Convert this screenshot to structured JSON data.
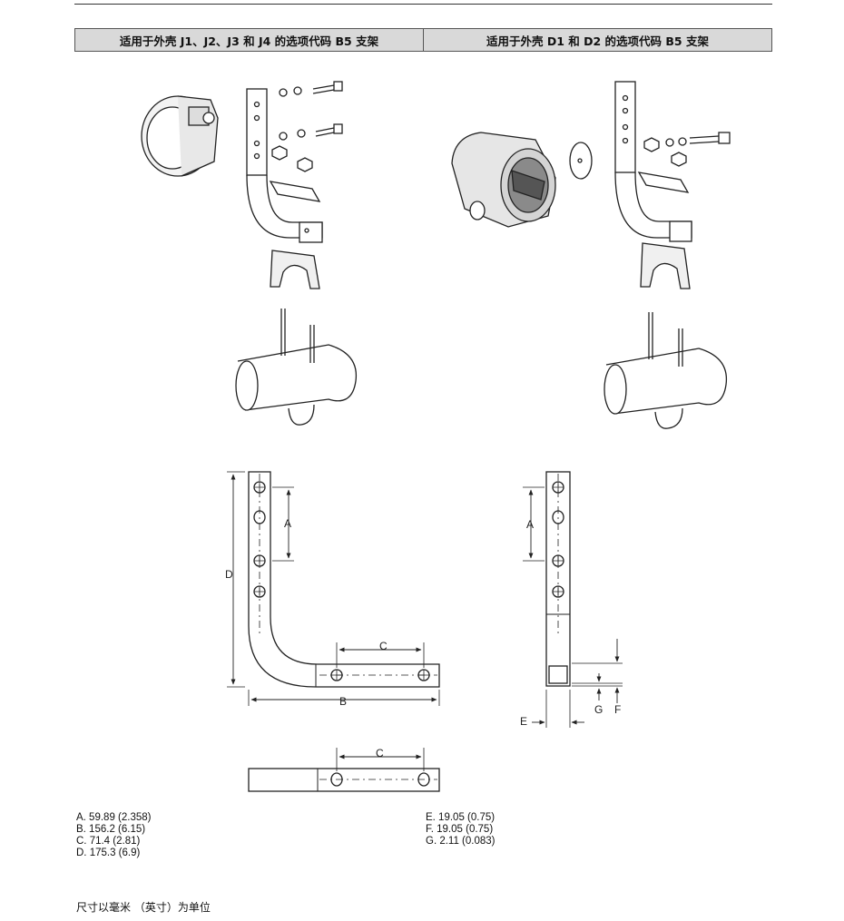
{
  "header": {
    "left_title": "适用于外壳 J1、J2、J3 和 J4 的选项代码 B5 支架",
    "right_title": "适用于外壳 D1 和 D2 的选项代码 B5 支架"
  },
  "labels": {
    "A": "A",
    "B": "B",
    "C": "C",
    "D": "D",
    "E": "E",
    "F": "F",
    "G": "G"
  },
  "dimensions_left": [
    "A. 59.89 (2.358)",
    "B. 156.2 (6.15)",
    "C. 71.4 (2.81)",
    "D. 175.3 (6.9)"
  ],
  "dimensions_right": [
    "E. 19.05 (0.75)",
    "F. 19.05 (0.75)",
    "G. 2.11 (0.083)"
  ],
  "footnote": "尺寸以毫米 （英寸）为单位"
}
